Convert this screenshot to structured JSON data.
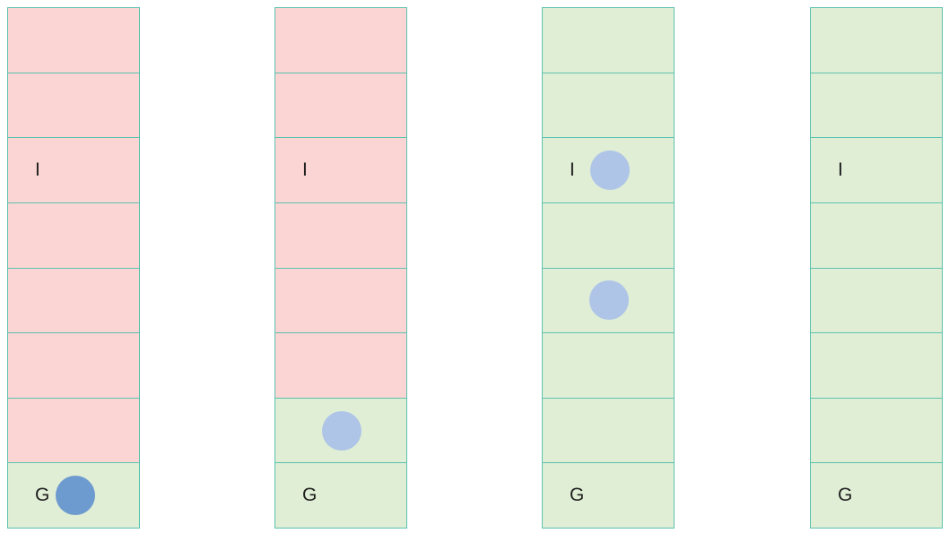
{
  "colors": {
    "red_cell": "#fbd5d3",
    "green_cell": "#e0eed5",
    "cell_border": "#5cc2b0",
    "marker_dark": "#6e9bcf",
    "marker_light": "#afc5e8",
    "label": "#1f1f1f"
  },
  "icons": {
    "marker": "circle-icon"
  },
  "columns": [
    {
      "cells": [
        {
          "fill": "red",
          "label": "",
          "marker": null
        },
        {
          "fill": "red",
          "label": "",
          "marker": null
        },
        {
          "fill": "red",
          "label": "I",
          "marker": null
        },
        {
          "fill": "red",
          "label": "",
          "marker": null
        },
        {
          "fill": "red",
          "label": "",
          "marker": null
        },
        {
          "fill": "red",
          "label": "",
          "marker": null
        },
        {
          "fill": "red",
          "label": "",
          "marker": null
        },
        {
          "fill": "green",
          "label": "G",
          "marker": "dark"
        }
      ]
    },
    {
      "cells": [
        {
          "fill": "red",
          "label": "",
          "marker": null
        },
        {
          "fill": "red",
          "label": "",
          "marker": null
        },
        {
          "fill": "red",
          "label": "I",
          "marker": null
        },
        {
          "fill": "red",
          "label": "",
          "marker": null
        },
        {
          "fill": "red",
          "label": "",
          "marker": null
        },
        {
          "fill": "red",
          "label": "",
          "marker": null
        },
        {
          "fill": "green",
          "label": "",
          "marker": "light"
        },
        {
          "fill": "green",
          "label": "G",
          "marker": null
        }
      ]
    },
    {
      "cells": [
        {
          "fill": "green",
          "label": "",
          "marker": null
        },
        {
          "fill": "green",
          "label": "",
          "marker": null
        },
        {
          "fill": "green",
          "label": "I",
          "marker": "light"
        },
        {
          "fill": "green",
          "label": "",
          "marker": null
        },
        {
          "fill": "green",
          "label": "",
          "marker": "light"
        },
        {
          "fill": "green",
          "label": "",
          "marker": null
        },
        {
          "fill": "green",
          "label": "",
          "marker": null
        },
        {
          "fill": "green",
          "label": "G",
          "marker": null
        }
      ]
    },
    {
      "cells": [
        {
          "fill": "green",
          "label": "",
          "marker": null
        },
        {
          "fill": "green",
          "label": "",
          "marker": null
        },
        {
          "fill": "green",
          "label": "I",
          "marker": null
        },
        {
          "fill": "green",
          "label": "",
          "marker": null
        },
        {
          "fill": "green",
          "label": "",
          "marker": null
        },
        {
          "fill": "green",
          "label": "",
          "marker": null
        },
        {
          "fill": "green",
          "label": "",
          "marker": null
        },
        {
          "fill": "green",
          "label": "G",
          "marker": null
        }
      ]
    }
  ]
}
